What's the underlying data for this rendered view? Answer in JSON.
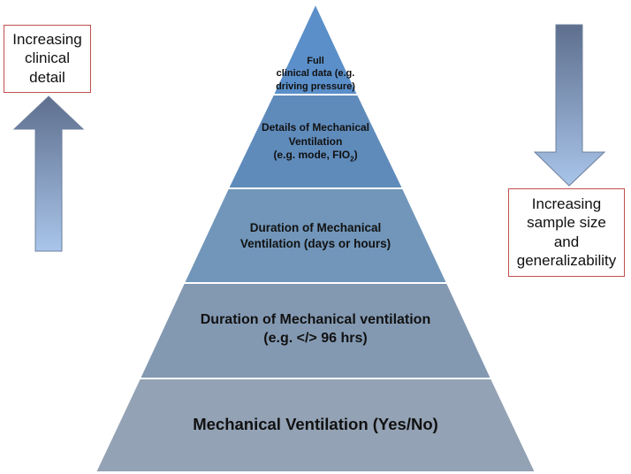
{
  "pyramid": {
    "levels": [
      {
        "lines": [
          "Full",
          "clinical data (e.g.",
          "driving pressure)"
        ]
      },
      {
        "lines": [
          "Details of Mechanical",
          "Ventilation"
        ],
        "line3_prefix": "(e.g. mode, FIO",
        "line3_subscript": "2",
        "line3_suffix": ")"
      },
      {
        "lines": [
          "Duration of Mechanical",
          "Ventilation (days or hours)"
        ]
      },
      {
        "lines": [
          "Duration of Mechanical ventilation",
          "(e.g. </> 96 hrs)"
        ]
      },
      {
        "lines": [
          "Mechanical Ventilation (Yes/No)"
        ]
      }
    ]
  },
  "callouts": {
    "left": {
      "lines": [
        "Increasing",
        "clinical",
        "detail"
      ]
    },
    "right": {
      "lines": [
        "Increasing",
        "sample size",
        "and",
        "generalizability"
      ]
    }
  },
  "arrows": {
    "left": {
      "direction": "up"
    },
    "right": {
      "direction": "down"
    }
  },
  "colors": {
    "callout_border": "#c0504d",
    "level_1": "#5b8fc9",
    "level_5": "#93a2b4"
  }
}
